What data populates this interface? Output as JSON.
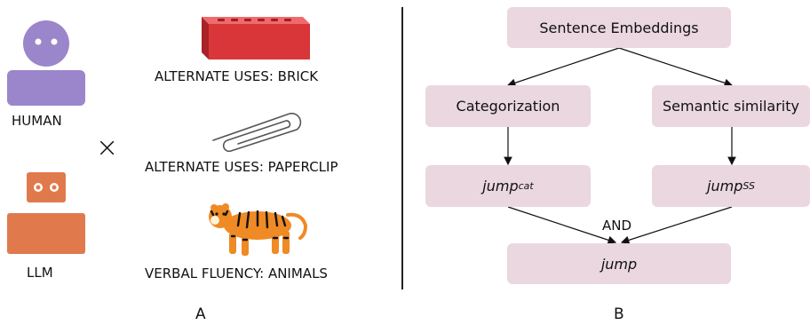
{
  "panel_a": {
    "caption": "A",
    "human_label": "HUMAN",
    "llm_label": "LLM",
    "cross_symbol": "×",
    "tasks": [
      "ALTERNATE USES: BRICK",
      "ALTERNATE USES: PAPERCLIP",
      "VERBAL FLUENCY: ANIMALS"
    ],
    "colors": {
      "human": "#9b86cc",
      "llm": "#e07a4d",
      "brick": "#d9363a",
      "tiger": "#ef8a24"
    }
  },
  "panel_b": {
    "caption": "B",
    "top_box": "Sentence Embeddings",
    "left_box": "Categorization",
    "right_box": "Semantic similarity",
    "left_jump": {
      "base": "jump",
      "sub": "cat"
    },
    "right_jump": {
      "base": "jump",
      "sub": "SS"
    },
    "and_label": "AND",
    "bottom_box": "jump",
    "colors": {
      "box_fill": "#ead7e0"
    }
  }
}
